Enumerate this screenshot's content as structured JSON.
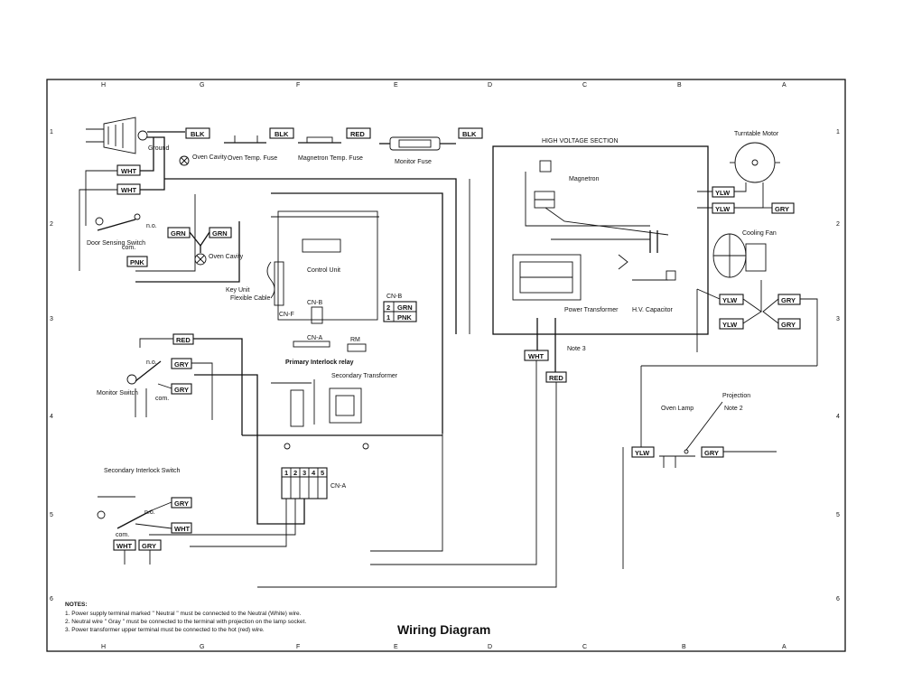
{
  "title": "Wiring Diagram",
  "column_refs_top": [
    "H",
    "G",
    "F",
    "E",
    "D",
    "C",
    "B",
    "A"
  ],
  "column_refs_bottom": [
    "H",
    "G",
    "F",
    "E",
    "D",
    "C",
    "B",
    "A"
  ],
  "row_refs_left": [
    "1",
    "2",
    "3",
    "4",
    "5",
    "6"
  ],
  "row_refs_right": [
    "1",
    "2",
    "3",
    "4",
    "5",
    "6"
  ],
  "wire_colors": {
    "blk": "BLK",
    "red": "RED",
    "wht": "WHT",
    "grn": "GRN",
    "pnk": "PNK",
    "gry": "GRY",
    "ylw": "YLW"
  },
  "components": {
    "power_plug": {
      "ground_label": "Ground"
    },
    "oven_cavity_ground_1": "Oven Cavity",
    "oven_temp_fuse": "Oven Temp. Fuse",
    "magnetron_temp_fuse": "Magnetron Temp. Fuse",
    "monitor_fuse": "Monitor Fuse",
    "high_voltage_section": "HIGH VOLTAGE SECTION",
    "magnetron": "Magnetron",
    "turntable_motor": "Turntable Motor",
    "cooling_fan": "Cooling Fan",
    "door_sensing_switch": "Door Sensing Switch",
    "com": "com.",
    "no": "n.o.",
    "oven_cavity_ground_2": "Oven Cavity",
    "control_unit": "Control Unit",
    "key_unit": "Key Unit",
    "flexible_cable": "Flexible Cable",
    "cn_f": "CN-F",
    "cn_b": "CN-B",
    "cn_b_connector": "CN-B",
    "cn_b_pins": [
      "2",
      "1"
    ],
    "cn_a": "CN-A",
    "cn_a_connector": "CN-A",
    "cn_a_pins": [
      "1",
      "2",
      "3",
      "4",
      "5"
    ],
    "rm": "RM",
    "primary_interlock_relay": "Primary Interlock relay",
    "secondary_transformer": "Secondary Transformer",
    "power_transformer": "Power Transformer",
    "hv_capacitor": "H.V. Capacitor",
    "note_3": "Note 3",
    "monitor_switch": "Monitor Switch",
    "secondary_interlock_switch": "Secondary Interlock Switch",
    "oven_lamp": "Oven Lamp",
    "projection": "Projection",
    "note_2": "Note 2"
  },
  "notes": {
    "heading": "NOTES:",
    "items": [
      "1. Power supply terminal marked \" Neutral \" must be connected to the Neutral (White) wire.",
      "2. Neutral wire \" Gray \" must be connected to the terminal with projection on the lamp socket.",
      "3. Power transformer upper terminal must be connected to the hot (red) wire."
    ]
  }
}
